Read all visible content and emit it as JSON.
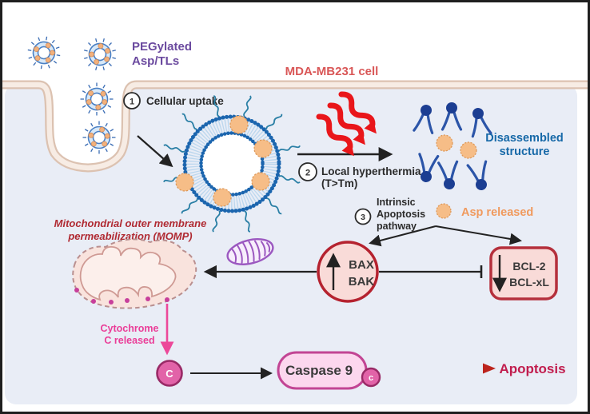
{
  "labels": {
    "nanoparticle_line1": "PEGylated",
    "nanoparticle_line2": "Asp/TLs",
    "cell": "MDA-MB231 cell",
    "step1_num": "1",
    "step1": "Cellular uptake",
    "step2_num": "2",
    "step2_line1": "Local hyperthermia",
    "step2_line2": "(T>Tm)",
    "step3_num": "3",
    "step3_line1": "Intrinsic",
    "step3_line2": "Apoptosis",
    "step3_line3": "pathway",
    "disassembled_line1": "Disassembled",
    "disassembled_line2": "structure",
    "asp_released": "Asp released",
    "momp_line1": "Mitochondrial outer membrane",
    "momp_line2": "permeabilization (MOMP)",
    "bax_line1": "BAX",
    "bax_line2": "BAK",
    "bcl_line1": "BCL-2",
    "bcl_line2": "BCL-xL",
    "cytc_line1": "Cytochrome",
    "cytc_line2": "C released",
    "cytc_badge": "C",
    "caspase": "Caspase 9",
    "caspase_badge": "c",
    "apoptosis": "Apoptosis"
  },
  "colors": {
    "cell_label": "#d95757",
    "nanoparticle_label": "#6b4a9f",
    "disassembled_label": "#1769a8",
    "asp_released_label": "#f09a5e",
    "momp_label": "#b02a32",
    "cytochrome_label": "#ea3d98",
    "apoptosis_label": "#c11d4e",
    "heat_arrow": "#e9161a",
    "membrane_edge": "#dcc2b1",
    "cytosol": "#e9edf6",
    "liposome_blue": "#1b65ae",
    "asp_orange": "#f6bd87",
    "bax_bcl_fill": "#f9dbd8",
    "bax_bcl_stroke": "#b5222f",
    "caspase_fill": "#fcd7ee",
    "caspase_stroke": "#c24594",
    "cytc_circle_fill": "#e263a8"
  }
}
